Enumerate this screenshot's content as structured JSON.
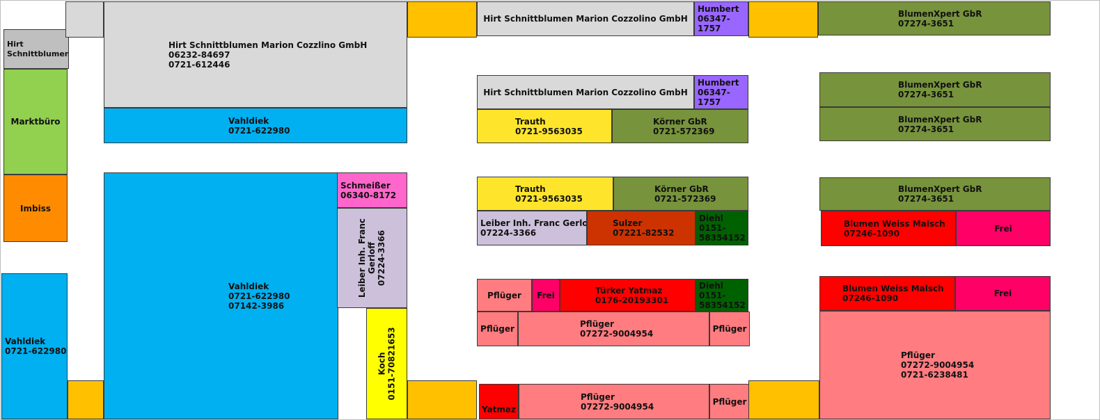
{
  "colors": {
    "grey": "#d9d9d9",
    "grey_dark": "#bfbfbf",
    "blue": "#00b0f0",
    "green_light": "#92d050",
    "green_olive": "#77933c",
    "green_dark": "#006100",
    "orange": "#ff8c00",
    "gold": "#ffc000",
    "yellow_pale": "#fee52b",
    "yellow": "#ffff00",
    "purple": "#9966ff",
    "pink": "#ff66cc",
    "lavender": "#ccc0da",
    "red": "#ff0000",
    "rust": "#cc3300",
    "magenta": "#ff0066",
    "salmon": "#ff7c80"
  },
  "stalls": [
    {
      "id": "hirt-small-left",
      "color": "grey_dark",
      "lines": [
        "Hirt",
        "Schnittblumen"
      ]
    },
    {
      "id": "marktbuero",
      "color": "green_light",
      "lines": [
        "Marktbüro"
      ]
    },
    {
      "id": "imbiss",
      "color": "orange",
      "lines": [
        "Imbiss"
      ]
    },
    {
      "id": "vahldiek-left",
      "color": "blue",
      "lines": [
        "Vahldiek",
        "0721-622980"
      ]
    },
    {
      "id": "blank-top-left",
      "color": "grey",
      "lines": []
    },
    {
      "id": "hirt-main",
      "color": "grey",
      "lines": [
        "Hirt Schnittblumen Marion Cozzlino GmbH",
        "06232-84697",
        "0721-612446"
      ]
    },
    {
      "id": "vahldiek-top",
      "color": "blue",
      "lines": [
        "Vahldiek",
        "0721-622980"
      ]
    },
    {
      "id": "vahldiek-big",
      "color": "blue",
      "lines": [
        "Vahldiek",
        "0721-622980",
        "07142-3986"
      ]
    },
    {
      "id": "schmeisser",
      "color": "pink",
      "lines": [
        "Schmeißer",
        "06340-8172"
      ]
    },
    {
      "id": "leiber-vertical",
      "color": "lavender",
      "lines": [
        "Leiber Inh. Franc",
        "Gerloff",
        "07224-3366"
      ]
    },
    {
      "id": "koch",
      "color": "yellow",
      "lines": [
        "Koch",
        "0151-70821653"
      ]
    },
    {
      "id": "gold-bottom-left",
      "color": "gold",
      "lines": []
    },
    {
      "id": "gold-top-mid",
      "color": "gold",
      "lines": []
    },
    {
      "id": "gold-bottom-mid",
      "color": "gold",
      "lines": []
    },
    {
      "id": "hirt-top-mid",
      "color": "grey",
      "lines": [
        "Hirt Schnittblumen Marion Cozzolino GmbH"
      ]
    },
    {
      "id": "humbert-top",
      "color": "purple",
      "lines": [
        "Humbert",
        "06347-",
        "1757"
      ]
    },
    {
      "id": "gold-top-right",
      "color": "gold",
      "lines": []
    },
    {
      "id": "blumenxpert-top",
      "color": "green_olive",
      "lines": [
        "BlumenXpert GbR",
        "07274-3651"
      ]
    },
    {
      "id": "hirt-row2",
      "color": "grey",
      "lines": [
        "Hirt Schnittblumen Marion Cozzolino GmbH"
      ]
    },
    {
      "id": "humbert-row2",
      "color": "purple",
      "lines": [
        "Humbert",
        "06347-",
        "1757"
      ]
    },
    {
      "id": "trauth-1",
      "color": "yellow_pale",
      "lines": [
        "Trauth",
        "0721-9563035"
      ]
    },
    {
      "id": "koerner-1",
      "color": "green_olive",
      "lines": [
        "Körner GbR",
        "0721-572369"
      ]
    },
    {
      "id": "trauth-2",
      "color": "yellow_pale",
      "lines": [
        "Trauth",
        "0721-9563035"
      ]
    },
    {
      "id": "koerner-2",
      "color": "green_olive",
      "lines": [
        "Körner GbR",
        "0721-572369"
      ]
    },
    {
      "id": "leiber-horizontal",
      "color": "lavender",
      "lines": [
        "Leiber Inh. Franc Gerloff",
        "07224-3366"
      ]
    },
    {
      "id": "sulzer",
      "color": "rust",
      "lines": [
        "Sulzer",
        "07221-82532"
      ]
    },
    {
      "id": "diehl-1",
      "color": "green_dark",
      "lines": [
        "Diehl",
        "0151-",
        "58354152"
      ]
    },
    {
      "id": "pflueger-a",
      "color": "salmon",
      "lines": [
        "Pflüger"
      ]
    },
    {
      "id": "frei-mid",
      "color": "magenta",
      "lines": [
        "Frei"
      ]
    },
    {
      "id": "tuerker",
      "color": "red",
      "lines": [
        "Türker Yatmaz",
        "0176-20193301"
      ]
    },
    {
      "id": "diehl-2",
      "color": "green_dark",
      "lines": [
        "Diehl",
        "0151-",
        "58354152"
      ]
    },
    {
      "id": "pflueger-b",
      "color": "salmon",
      "lines": [
        "Pflüger"
      ]
    },
    {
      "id": "pflueger-c",
      "color": "salmon",
      "lines": [
        "Pflüger",
        "07272-9004954"
      ]
    },
    {
      "id": "pflueger-d",
      "color": "salmon",
      "lines": [
        "Pflüger"
      ]
    },
    {
      "id": "yatmaz",
      "color": "red",
      "lines": [
        "Yatmaz"
      ]
    },
    {
      "id": "pflueger-e",
      "color": "salmon",
      "lines": [
        "Pflüger",
        "07272-9004954"
      ]
    },
    {
      "id": "pflueger-f",
      "color": "salmon",
      "lines": [
        "Pflüger"
      ]
    },
    {
      "id": "blumenxpert-2",
      "color": "green_olive",
      "lines": [
        "BlumenXpert GbR",
        "07274-3651"
      ]
    },
    {
      "id": "blumenxpert-3",
      "color": "green_olive",
      "lines": [
        "BlumenXpert GbR",
        "07274-3651"
      ]
    },
    {
      "id": "blumenxpert-4",
      "color": "green_olive",
      "lines": [
        "BlumenXpert GbR",
        "07274-3651"
      ]
    },
    {
      "id": "blumen-weiss-1",
      "color": "red",
      "lines": [
        "Blumen Weiss Malsch",
        "07246-1090"
      ]
    },
    {
      "id": "frei-right-1",
      "color": "magenta",
      "lines": [
        "Frei"
      ]
    },
    {
      "id": "blumen-weiss-2",
      "color": "red",
      "lines": [
        "Blumen Weiss Malsch",
        "07246-1090"
      ]
    },
    {
      "id": "frei-right-2",
      "color": "magenta",
      "lines": [
        "Frei"
      ]
    },
    {
      "id": "pflueger-big",
      "color": "salmon",
      "lines": [
        "Pflüger",
        "07272-9004954",
        "0721-6238481"
      ]
    },
    {
      "id": "gold-bottom-right",
      "color": "gold",
      "lines": []
    }
  ]
}
